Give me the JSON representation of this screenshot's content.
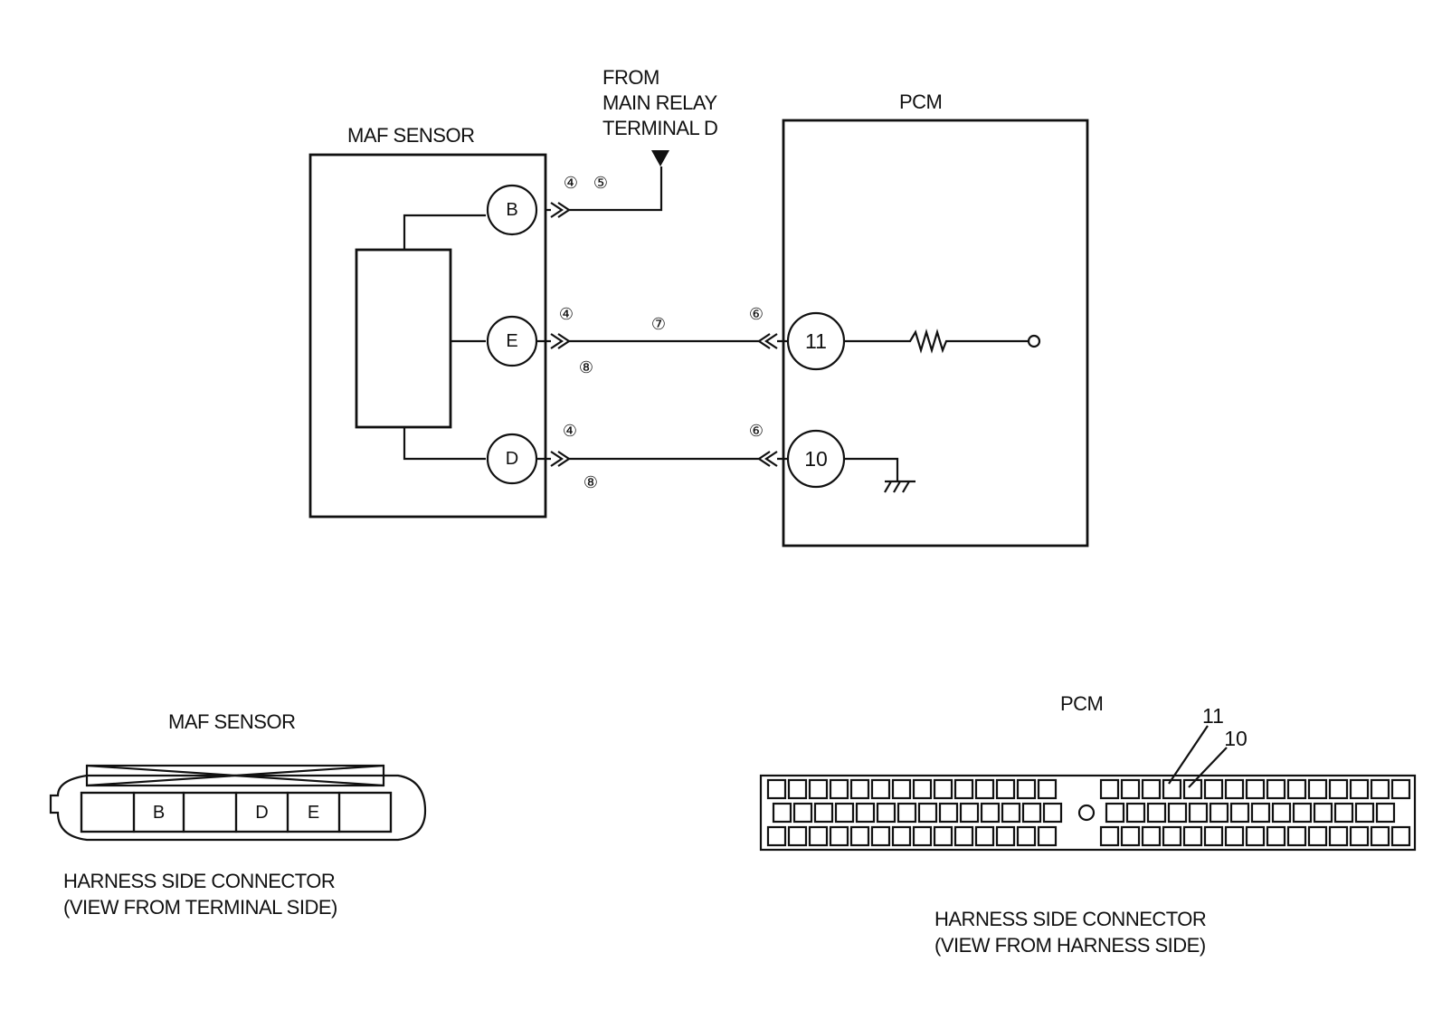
{
  "wiring": {
    "maf_title": "MAF SENSOR",
    "pcm_title": "PCM",
    "from_line1": "FROM",
    "from_line2": "MAIN RELAY",
    "from_line3": "TERMINAL D",
    "maf_pins": {
      "b": "B",
      "e": "E",
      "d": "D"
    },
    "pcm_pins": {
      "p11": "11",
      "p10": "10"
    },
    "steps": {
      "b_a": "④",
      "b_b": "⑤",
      "e_top": "④",
      "e_bottom": "⑧",
      "d_top": "④",
      "d_bottom": "⑧",
      "mid": "⑦",
      "pcm11": "⑥",
      "pcm10": "⑥"
    }
  },
  "maf_connector": {
    "title": "MAF SENSOR",
    "cells": [
      "",
      "B",
      "",
      "D",
      "E",
      ""
    ],
    "caption1": "HARNESS SIDE CONNECTOR",
    "caption2": "(VIEW FROM TERMINAL SIDE)"
  },
  "pcm_connector": {
    "title": "PCM",
    "callout_11": "11",
    "callout_10": "10",
    "caption1": "HARNESS SIDE CONNECTOR",
    "caption2": "(VIEW FROM HARNESS SIDE)"
  }
}
